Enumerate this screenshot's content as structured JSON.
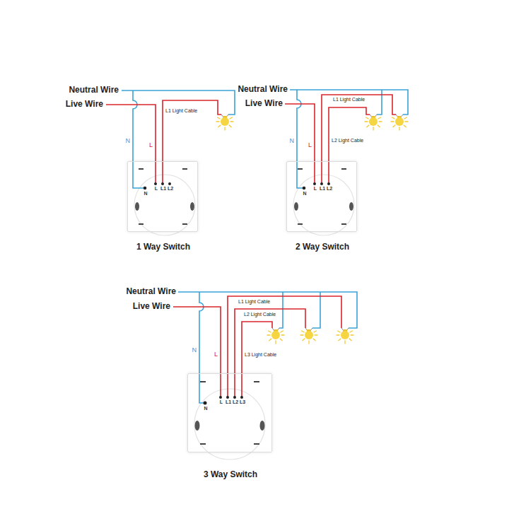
{
  "diagram": {
    "nodes": [
      {
        "text": [
          "N",
          "L",
          "L1",
          "L2",
          "1 Way Switch"
        ]
      },
      {
        "text": [
          "N",
          "L",
          "L1",
          "L2",
          "2 Way Switch"
        ]
      },
      {
        "text": [
          "N",
          "L",
          "L1",
          "L2",
          "L3",
          "3 Way Switch"
        ]
      }
    ],
    "labels": [
      "Neutral Wire",
      "Live Wire",
      "L1 Light Cable",
      "N",
      "L",
      "Neutral Wire",
      "Live Wire",
      "L1 Light Cable",
      "L2 Light Cable",
      "N",
      "L",
      "Neutral Wire",
      "Live Wire",
      "L1 Light Cable",
      "L2 Light Cable",
      "L3 Light Cable",
      "N",
      "L"
    ]
  }
}
